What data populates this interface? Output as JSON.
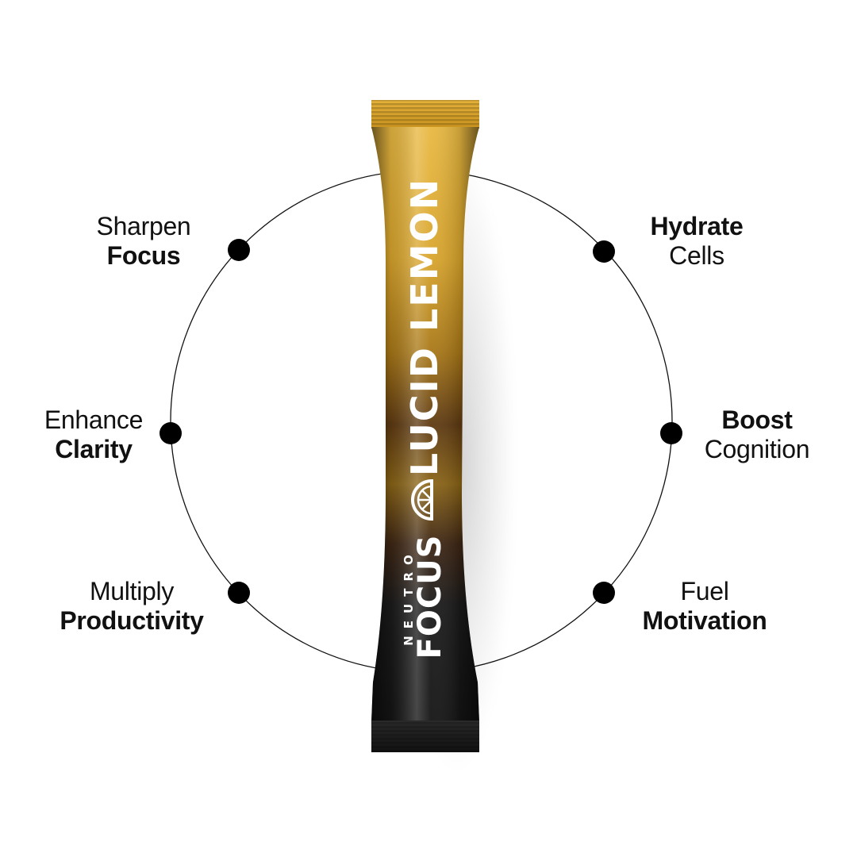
{
  "benefits": [
    {
      "light": "Sharpen",
      "bold": "Focus",
      "order": "light-first"
    },
    {
      "light": "Cells",
      "bold": "Hydrate",
      "order": "bold-first"
    },
    {
      "light": "Enhance",
      "bold": "Clarity",
      "order": "light-first"
    },
    {
      "light": "Cognition",
      "bold": "Boost",
      "order": "bold-first"
    },
    {
      "light": "Multiply",
      "bold": "Productivity",
      "order": "light-first"
    },
    {
      "light": "Fuel",
      "bold": "Motivation",
      "order": "light-first"
    }
  ],
  "product": {
    "flavor": "LUCID LEMON",
    "brand_small": "NEUTRO",
    "brand_big": "FOCUS",
    "logo_icon": "lemon-slice-icon"
  },
  "colors": {
    "gold": "#e2b13a",
    "dark": "#1a1a1a",
    "bronze": "#6e4a18"
  }
}
